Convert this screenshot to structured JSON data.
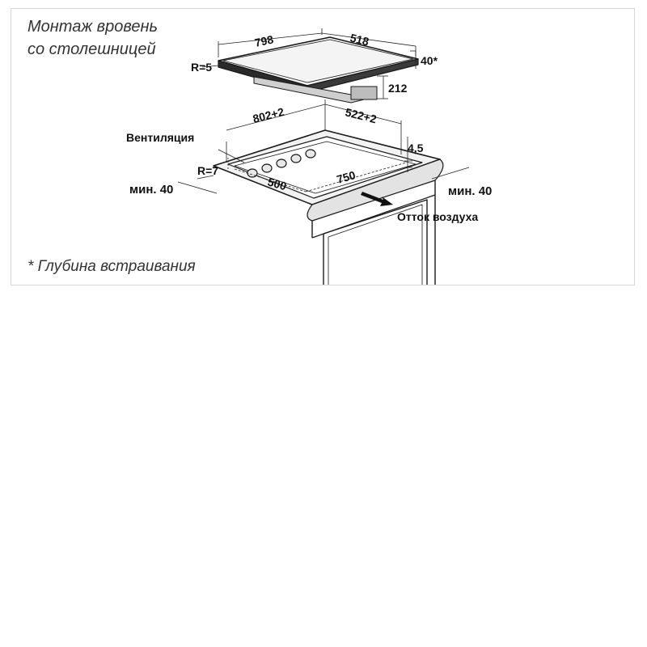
{
  "heading": {
    "line1": "Монтаж вровень",
    "line2": "со столешницей"
  },
  "footnote": "* Глубина встраивания",
  "hob": {
    "width": "798",
    "depth": "518",
    "radius": "R=5",
    "thickness": "40*",
    "unit_height": "212"
  },
  "cutout": {
    "width": "802+2",
    "depth": "522+2",
    "radius": "R=7",
    "rebate_depth": "4,5",
    "inner_depth": "500",
    "inner_width": "750",
    "ventilation": "Вентиляция",
    "min_left": "мин. 40",
    "min_right": "мин. 40",
    "air_outlet": "Отток воздуха"
  }
}
